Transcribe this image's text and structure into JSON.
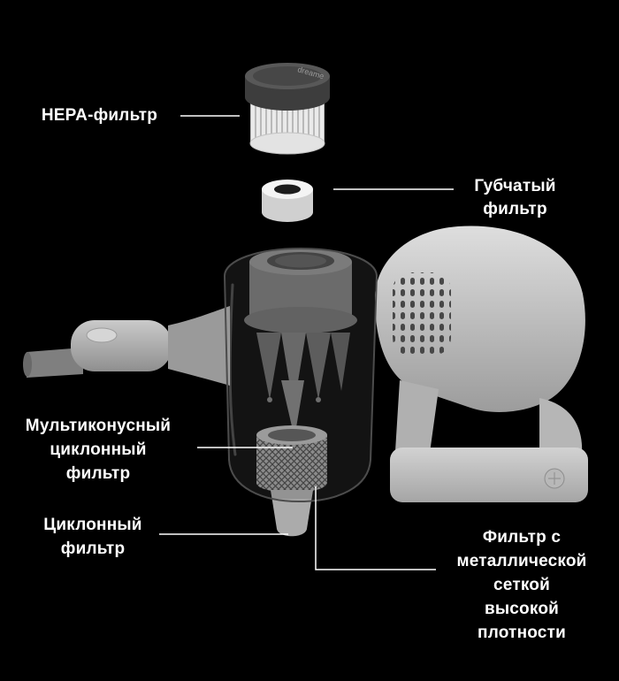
{
  "page": {
    "background": "#000000",
    "label_color": "#ffffff",
    "line_color": "#ffffff"
  },
  "brand": {
    "cap_text": "dreame"
  },
  "labels": {
    "hepa": "HEPA-фильтр",
    "sponge": "Губчатый\nфильтр",
    "multicone": "Мультиконусный\nциклонный\nфильтр",
    "cyclone": "Циклонный\nфильтр",
    "mesh": "Фильтр с\nметаллической\nсеткой\nвысокой\nплотности"
  }
}
